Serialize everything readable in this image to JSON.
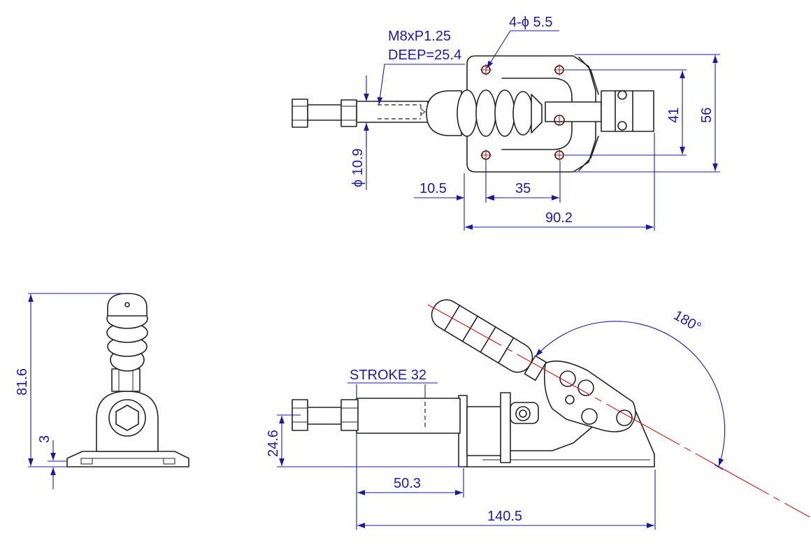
{
  "colors": {
    "outline": "#222222",
    "dimension": "#1a1aa6",
    "centerline": "#e01010",
    "background": "#ffffff"
  },
  "top_view": {
    "thread_label_1": "M8xP1.25",
    "thread_label_2": "DEEP=25.4",
    "holes_label": "4-ϕ 5.5",
    "rod_diameter": "ϕ 10.9",
    "dim_10_5": "10.5",
    "dim_35": "35",
    "dim_90_2": "90.2",
    "dim_41": "41",
    "dim_56": "56"
  },
  "end_view": {
    "dim_81_6": "81.6",
    "dim_3": "3"
  },
  "side_view": {
    "stroke_label": "STROKE 32",
    "angle_label": "180°",
    "dim_24_6": "24.6",
    "dim_50_3": "50.3",
    "dim_140_5": "140.5"
  }
}
